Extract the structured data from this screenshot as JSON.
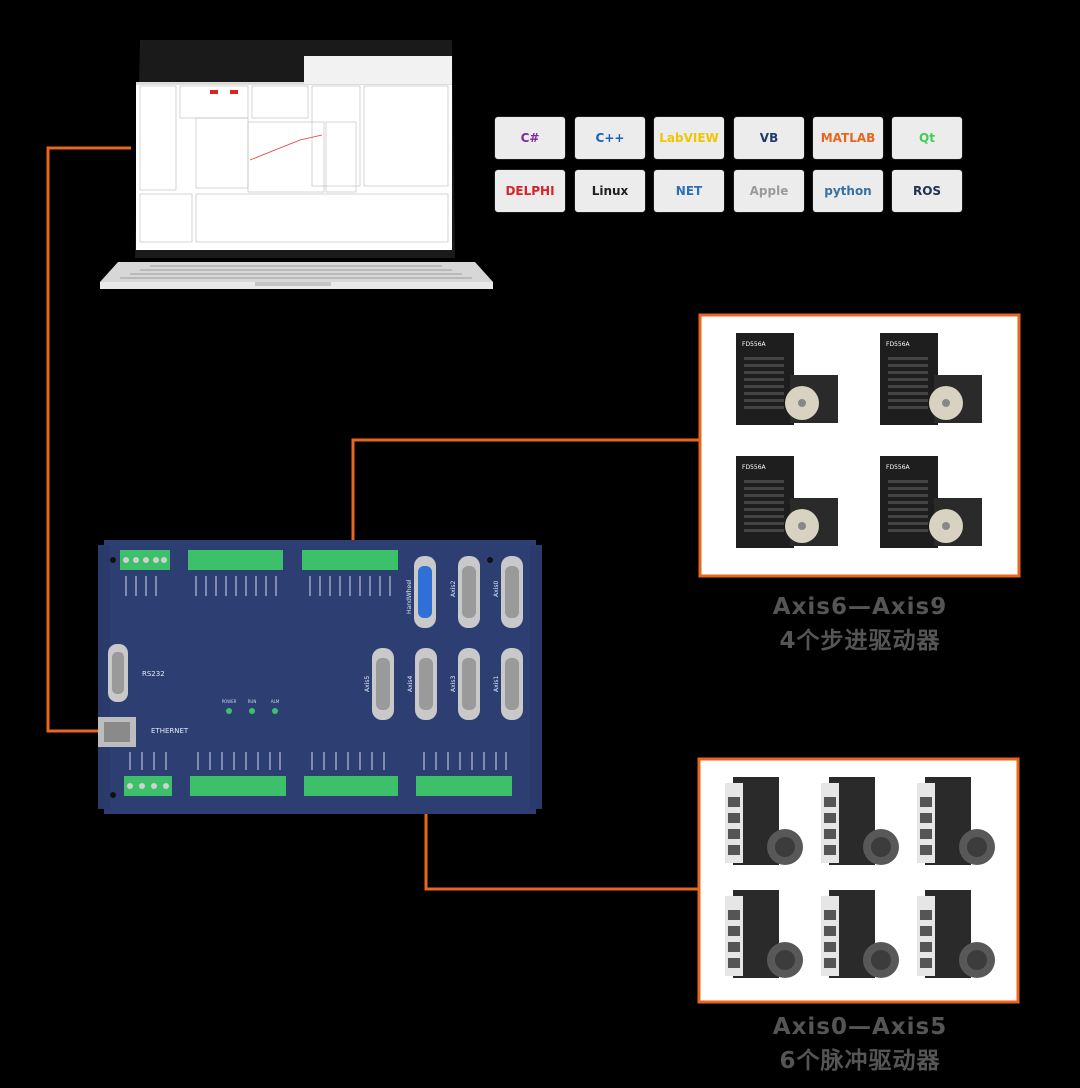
{
  "languages": [
    {
      "name": "C#",
      "icon": "csharp-icon",
      "color": "#7b2a9b"
    },
    {
      "name": "C++",
      "icon": "cplusplus-icon",
      "color": "#1a62b5"
    },
    {
      "name": "LabVIEW",
      "icon": "labview-icon",
      "color": "#f0c600"
    },
    {
      "name": "VB",
      "icon": "vb-icon",
      "color": "#213a6b"
    },
    {
      "name": "MATLAB",
      "icon": "matlab-icon",
      "color": "#e8661e"
    },
    {
      "name": "Qt",
      "icon": "qt-icon",
      "color": "#41cd52"
    },
    {
      "name": "DELPHI",
      "icon": "delphi-icon",
      "color": "#d9222a"
    },
    {
      "name": "Linux",
      "icon": "linux-icon",
      "color": "#222222"
    },
    {
      "name": "NET",
      "icon": "dotnet-icon",
      "color": "#2b6fb5"
    },
    {
      "name": "Apple",
      "icon": "apple-icon",
      "color": "#9a9a9a"
    },
    {
      "name": "python",
      "icon": "python-icon",
      "color": "#3671a1"
    },
    {
      "name": "ROS",
      "icon": "ros-icon",
      "color": "#22314e"
    }
  ],
  "controller": {
    "rs232_label": "RS232",
    "ethernet_label": "ETHERNET",
    "handwheel_label": "HandWheel",
    "axis_ports_top": [
      "Axis2",
      "Axis0"
    ],
    "axis_ports_mid": [
      "Axis5",
      "Axis4",
      "Axis3",
      "Axis1"
    ],
    "led_labels": [
      "POWER",
      "RUN",
      "ALM"
    ]
  },
  "stepper_group": {
    "caption_line1": "Axis6—Axis9",
    "caption_line2": "4个步进驱动器",
    "count": 4,
    "driver_label": "FD556A"
  },
  "servo_group": {
    "caption_line1": "Axis0—Axis5",
    "caption_line2": "6个脉冲驱动器",
    "count": 6
  },
  "colors": {
    "wire": "#e8661e",
    "board": "#2d3f72",
    "terminal": "#3cc06a",
    "background": "#000000"
  }
}
